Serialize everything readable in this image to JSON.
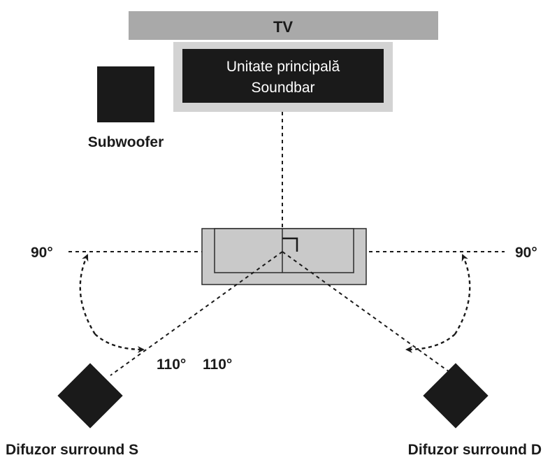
{
  "tv": {
    "label": "TV"
  },
  "soundbar": {
    "line1": "Unitate principală",
    "line2": "Soundbar"
  },
  "subwoofer": {
    "label": "Subwoofer"
  },
  "angles": {
    "left": "90°",
    "right": "90°",
    "left_surround": "110°",
    "right_surround": "110°"
  },
  "speakers": {
    "left": "Difuzor surround S",
    "right": "Difuzor surround D"
  },
  "colors": {
    "tv_bar": "#a9a9a9",
    "soundbar_frame": "#d3d3d3",
    "dark": "#1a1a1a",
    "sofa_fill": "#c9c9c9",
    "sofa_stroke": "#2a2a2a"
  }
}
